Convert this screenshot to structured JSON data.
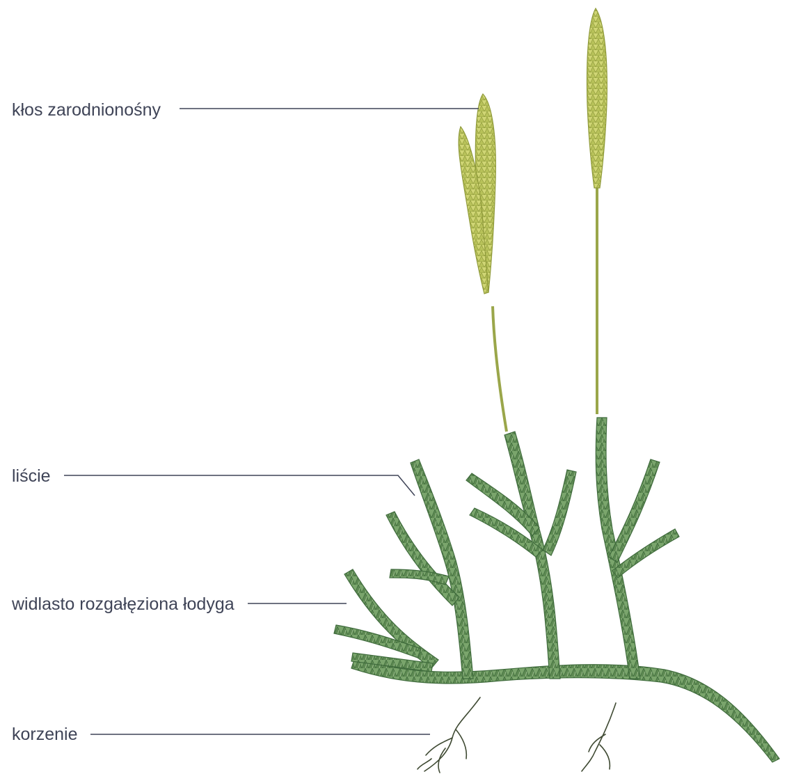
{
  "labels": {
    "strobilus": "kłos zarodnionośny",
    "leaves": "liście",
    "stem": "widlasto rozgałęziona łodyga",
    "roots": "korzenie"
  },
  "colors": {
    "text": "#3f4457",
    "leaf_green": "#6f9a62",
    "leaf_dark": "#3f6b3c",
    "strobilus_yellow": "#c9cf6b",
    "strobilus_dark": "#8f9a3a",
    "root": "#3f4a33"
  },
  "illustration": "lycopodium-plant"
}
